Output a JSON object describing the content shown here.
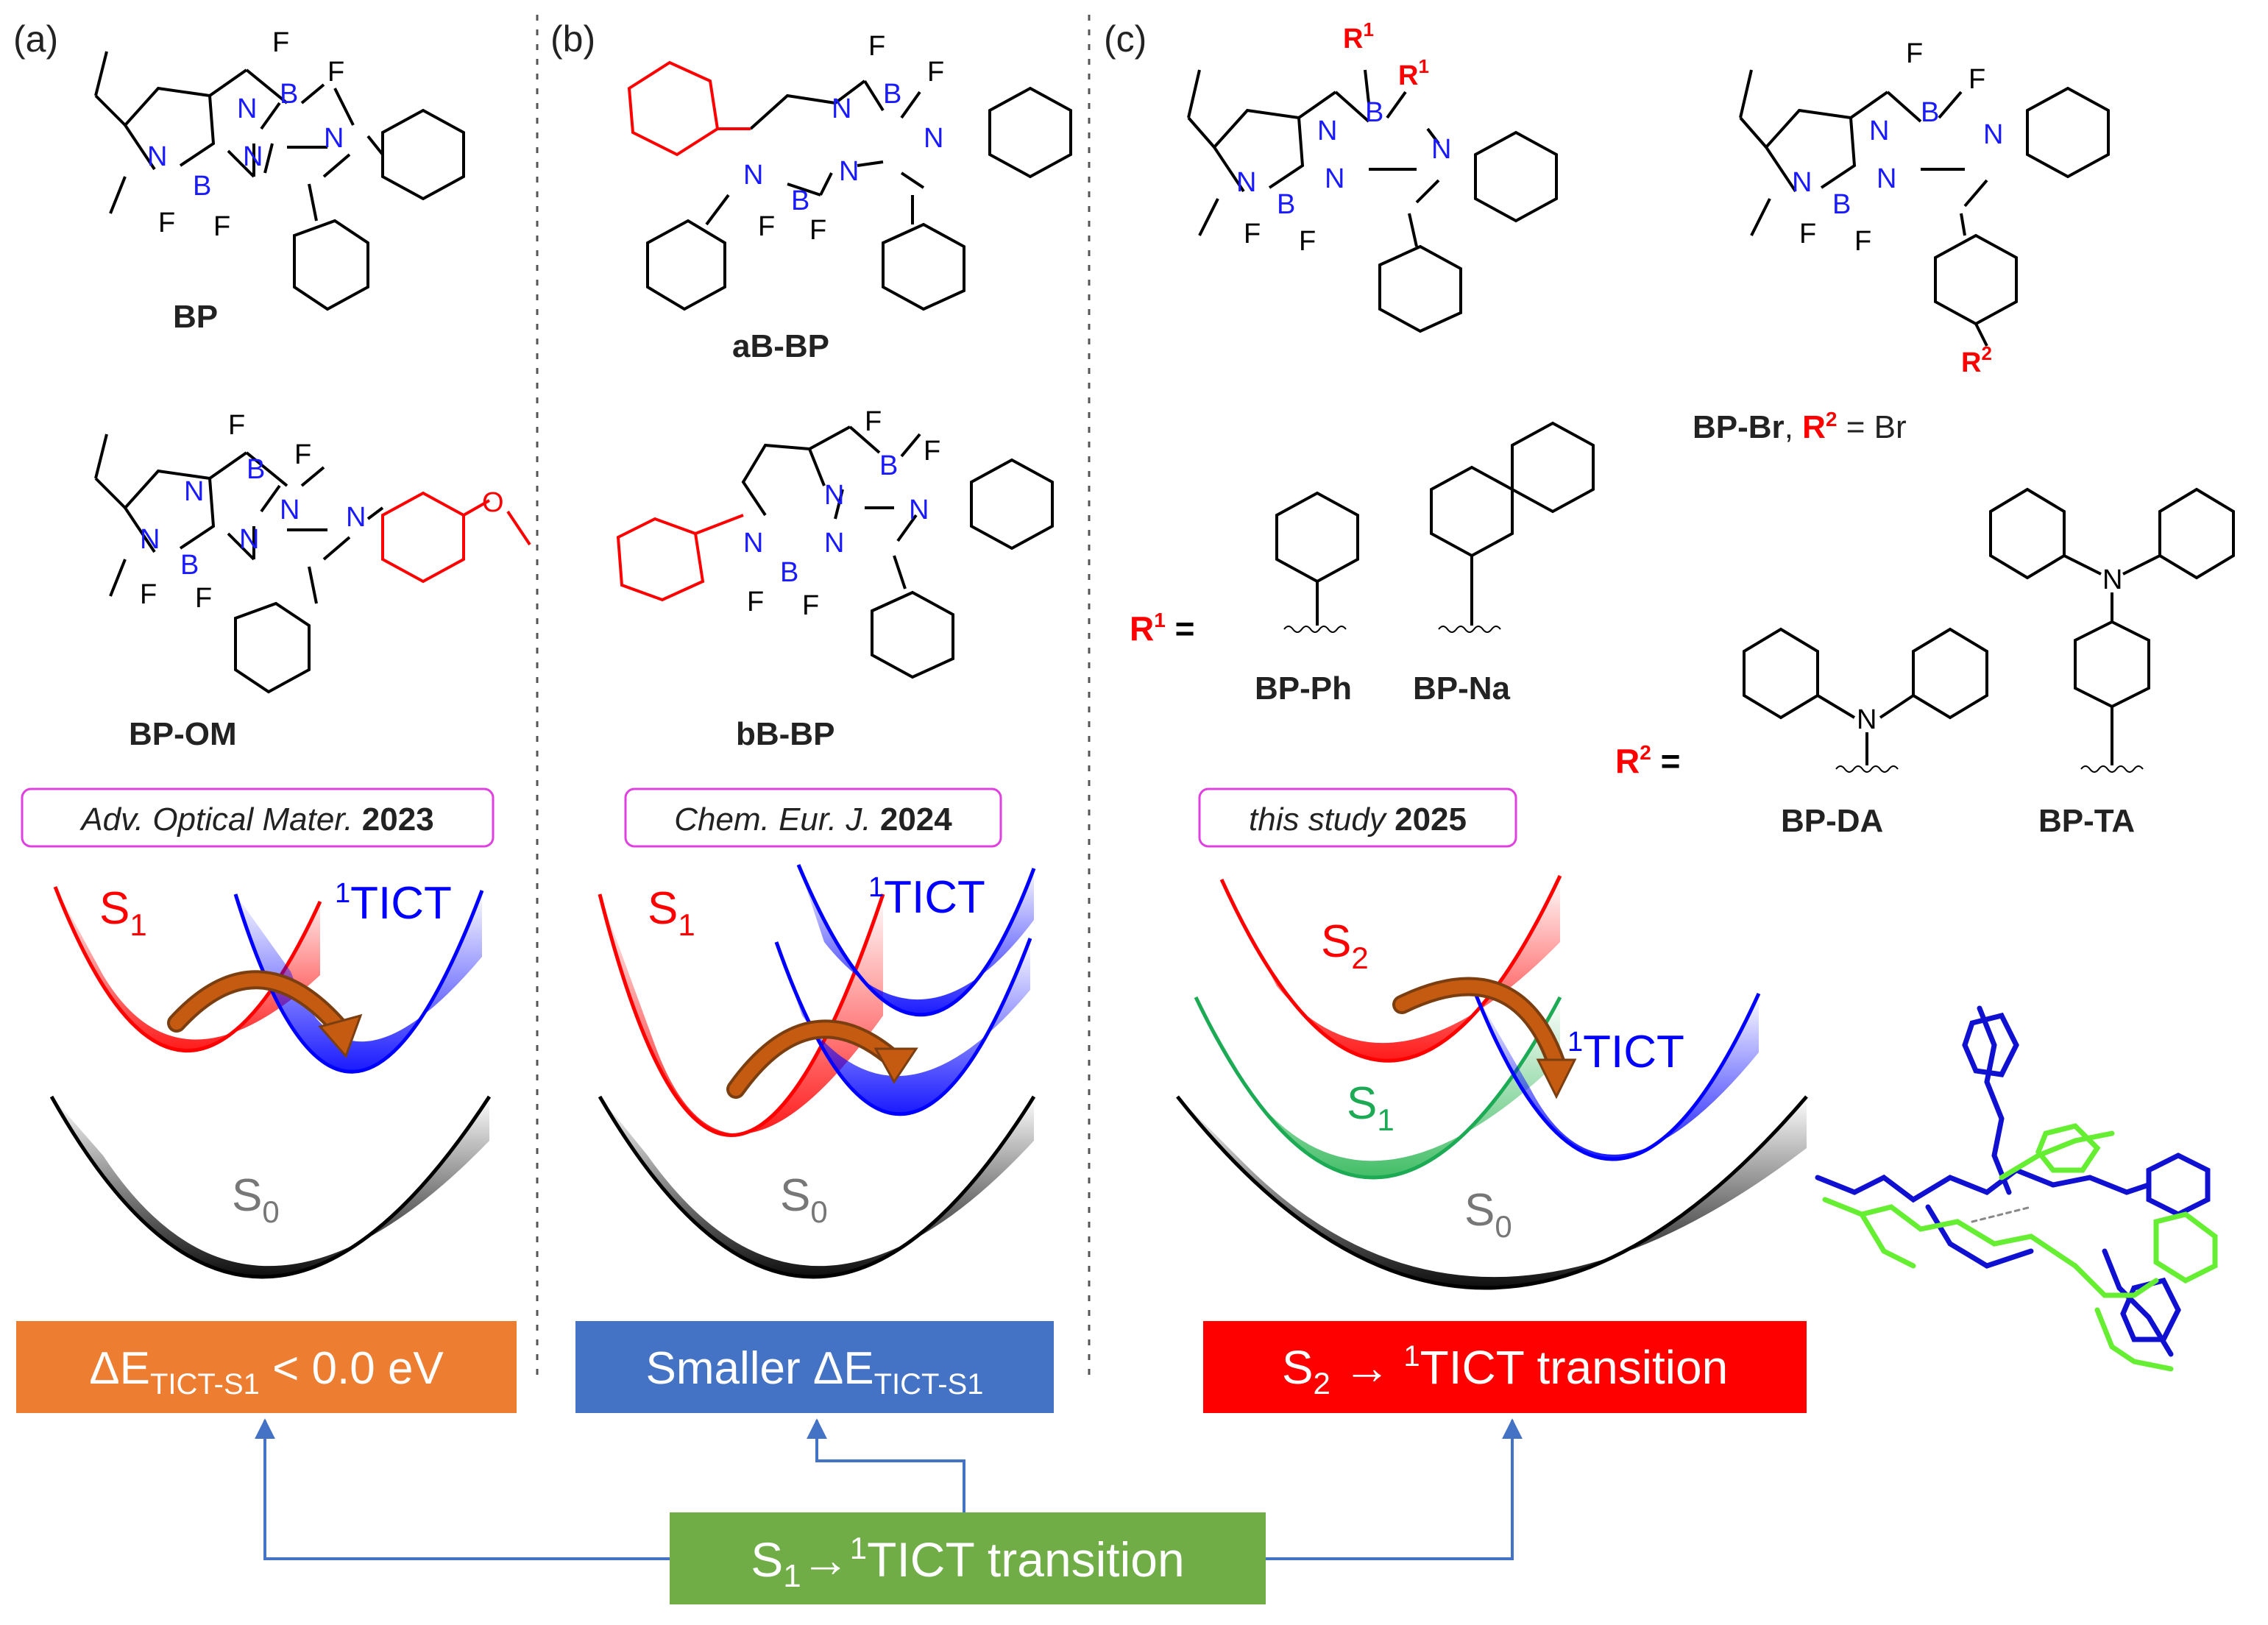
{
  "panels": {
    "a": {
      "tag": "(a)",
      "compound_labels": [
        "BP",
        "BP-OM"
      ],
      "citation": {
        "journal": "Adv. Optical Mater.",
        "year": "2023"
      },
      "states": {
        "upper": "S",
        "upper_sub": "1",
        "tict_sup": "1",
        "tict": "TICT",
        "ground": "S",
        "ground_sub": "0"
      },
      "result": {
        "prefix": "ΔE",
        "sub": "TICT-S1",
        "suffix": " < 0.0 eV",
        "color": "#ED7D31"
      }
    },
    "b": {
      "tag": "(b)",
      "compound_labels": [
        "aB-BP",
        "bB-BP"
      ],
      "citation": {
        "journal": "Chem. Eur. J.",
        "year": "2024"
      },
      "states": {
        "upper": "S",
        "upper_sub": "1",
        "tict_sup": "1",
        "tict": "TICT",
        "ground": "S",
        "ground_sub": "0"
      },
      "result": {
        "prefix": "Smaller ΔE",
        "sub": "TICT-S1",
        "suffix": "",
        "color": "#4472C4"
      }
    },
    "c": {
      "tag": "(c)",
      "compound_labels": [
        "BP-Br",
        "BP-Ph",
        "BP-Na",
        "BP-DA",
        "BP-TA"
      ],
      "r1": {
        "sym": "R",
        "sup": "1",
        "eq": " ="
      },
      "r2": {
        "sym": "R",
        "sup": "2",
        "eq": " ="
      },
      "br_def": {
        "name": "BP-Br",
        "sep": ", ",
        "sym": "R",
        "sup": "2",
        "rest": " = Br"
      },
      "citation": {
        "journal": "this study",
        "year": "2025"
      },
      "states": {
        "s2": "S",
        "s2_sub": "2",
        "s1": "S",
        "s1_sub": "1",
        "tict_sup": "1",
        "tict": "TICT",
        "ground": "S",
        "ground_sub": "0"
      },
      "result": {
        "prefix": "S",
        "prefix_sub": "2",
        "arrow": " → ",
        "sup": "1",
        "suffix": "TICT transition",
        "color": "#FF0000"
      }
    }
  },
  "atoms": {
    "N": "N",
    "B": "B",
    "F": "F",
    "O": "O",
    "R1": "R",
    "R1_sup": "1",
    "R2": "R",
    "R2_sup": "2"
  },
  "bottom": {
    "prefix": "S",
    "sub": "1",
    "arrow": "→",
    "sup": "1",
    "suffix": "TICT transition",
    "color": "#70AD47"
  },
  "colors": {
    "red": "#FF0000",
    "blue": "#0000FF",
    "green": "#1DAA55",
    "black": "#000000",
    "chem_blue": "#1A1AFF",
    "connector": "#4472C4",
    "arrow": "#C55A11"
  }
}
